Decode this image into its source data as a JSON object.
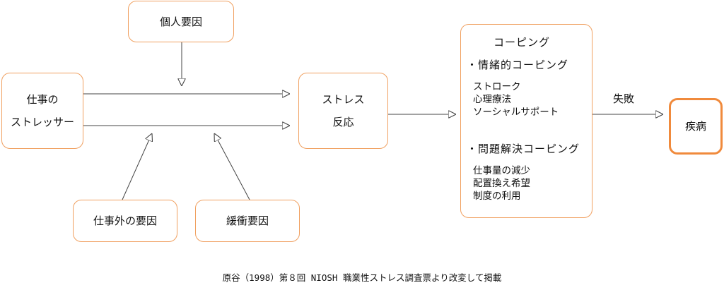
{
  "nodes": {
    "individual_factors": "個人要因",
    "job_stressor_line1": "仕事の",
    "job_stressor_line2": "ストレッサー",
    "stress_response_line1": "ストレス",
    "stress_response_line2": "反応",
    "nonwork_factors": "仕事外の要因",
    "buffer_factors": "緩衝要因",
    "disease": "疾病"
  },
  "coping": {
    "title": "コーピング",
    "emotional": {
      "title": "・情緒的コーピング",
      "items": [
        "ストローク",
        "心理療法",
        "ソーシャルサポート"
      ]
    },
    "problem_solving": {
      "title": "・問題解決コーピング",
      "items": [
        "仕事量の減少",
        "配置換え希望",
        "制度の利用"
      ]
    }
  },
  "edges": {
    "failure_label": "失敗"
  },
  "caption": "原谷（1998）第８回 NIOSH 職業性ストレス調査票より改変して掲載",
  "colors": {
    "box_border": "#f0a060",
    "disease_border": "#f08a3c",
    "line": "#444444"
  }
}
